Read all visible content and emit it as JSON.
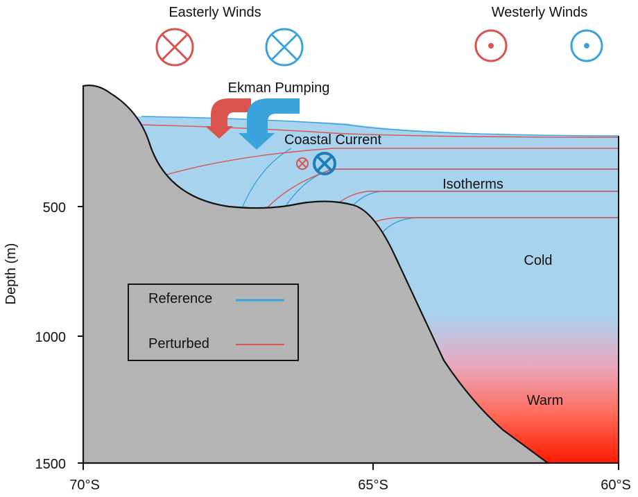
{
  "winds": {
    "easterly_label": "Easterly Winds",
    "westerly_label": "Westerly Winds"
  },
  "labels": {
    "ekman": "Ekman Pumping",
    "coastal_current": "Coastal Current",
    "isotherms": "Isotherms",
    "cold": "Cold",
    "warm": "Warm"
  },
  "legend": {
    "reference": "Reference",
    "perturbed": "Perturbed"
  },
  "axes": {
    "ylabel": "Depth (m)",
    "yticks": [
      "500",
      "1000",
      "1500"
    ],
    "xticks": [
      "70°S",
      "65°S",
      "60°S"
    ]
  },
  "colors": {
    "reference": "#3aa3dc",
    "perturbed": "#d9534f",
    "water_cold": "#a8d3ef",
    "water_warm": "#ff2000",
    "seafloor": "#b4b4b4"
  },
  "icons": {
    "into_page": "circle-cross-icon",
    "out_of_page": "circle-dot-icon"
  }
}
